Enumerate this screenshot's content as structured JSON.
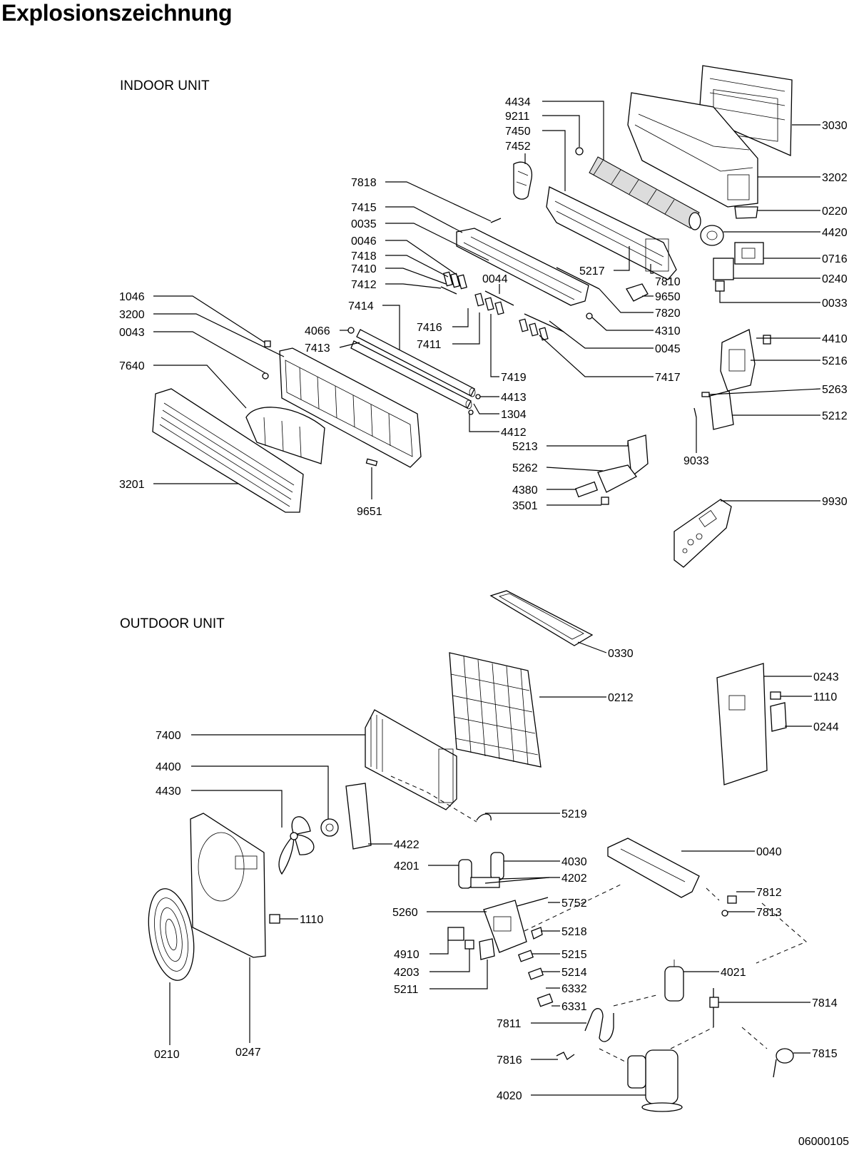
{
  "title": "Explosionszeichnung",
  "sections": {
    "indoor": "INDOOR UNIT",
    "outdoor": "OUTDOOR UNIT"
  },
  "document_number": "06000105",
  "callouts": {
    "c3030": "3030",
    "c4434": "4434",
    "c9211": "9211",
    "c7450": "7450",
    "c7452": "7452",
    "c3202": "3202",
    "c0220": "0220",
    "c7818": "7818",
    "c7415": "7415",
    "c4420": "4420",
    "c0035": "0035",
    "c0046": "0046",
    "c0716": "0716",
    "c7418": "7418",
    "c5217": "5217",
    "c7410": "7410",
    "c0044": "0044",
    "c7810": "7810",
    "c0240": "0240",
    "c7412": "7412",
    "c9650": "9650",
    "c1046": "1046",
    "c0033": "0033",
    "c7820": "7820",
    "c3200": "3200",
    "c7414": "7414",
    "c7416": "7416",
    "c4310": "4310",
    "c0043": "0043",
    "c4066": "4066",
    "c4410": "4410",
    "c7413": "7413",
    "c7411": "7411",
    "c0045": "0045",
    "c5216": "5216",
    "c7640": "7640",
    "c7419": "7419",
    "c7417": "7417",
    "c5263": "5263",
    "c4413": "4413",
    "c1304": "1304",
    "c5212": "5212",
    "c4412": "4412",
    "c5213": "5213",
    "c9033": "9033",
    "c3201": "3201",
    "c5262": "5262",
    "c4380": "4380",
    "c3501": "3501",
    "c9930": "9930",
    "c9651": "9651",
    "c0330": "0330",
    "c0243": "0243",
    "c0212": "0212",
    "c1110a": "1110",
    "c0244": "0244",
    "c7400": "7400",
    "c4400": "4400",
    "c4430": "4430",
    "c5219": "5219",
    "c4422": "4422",
    "c4030": "4030",
    "c0040": "0040",
    "c4201": "4201",
    "c4202": "4202",
    "c7812": "7812",
    "c5752": "5752",
    "c1110b": "1110",
    "c5260": "5260",
    "c7813": "7813",
    "c5218": "5218",
    "c4910": "4910",
    "c5215": "5215",
    "c4021": "4021",
    "c4203": "4203",
    "c5214": "5214",
    "c5211": "5211",
    "c6332": "6332",
    "c7814": "7814",
    "c6331": "6331",
    "c7811": "7811",
    "c0210": "0210",
    "c0247": "0247",
    "c7815": "7815",
    "c7816": "7816",
    "c4020": "4020"
  }
}
